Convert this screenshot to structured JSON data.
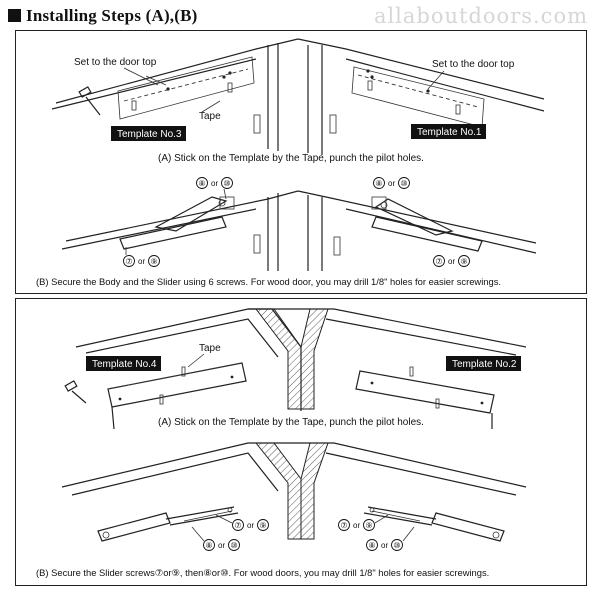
{
  "header": {
    "title": "Installing Steps (A),(B)",
    "watermark": "allaboutdoors.com"
  },
  "panel_a": {
    "left_label_door_top": "Set to the door top",
    "right_label_door_top": "Set to the door top",
    "tape_label": "Tape",
    "template_left": "Template No.3",
    "template_right": "Template No.1",
    "caption_a": "(A) Stick on the Template by the Tape, punch the pilot holes.",
    "screw_top_left_a": "⑧",
    "screw_top_left_or": "or",
    "screw_top_left_b": "⑩",
    "screw_top_right_a": "⑧",
    "screw_top_right_or": "or",
    "screw_top_right_b": "⑩",
    "screw_bottom_left_a": "⑦",
    "screw_bottom_left_or": "or",
    "screw_bottom_left_b": "⑨",
    "screw_bottom_right_a": "⑦",
    "screw_bottom_right_or": "or",
    "screw_bottom_right_b": "⑨",
    "caption_b": "(B) Secure the Body and the Slider using 6 screws. For wood door, you may drill 1/8\" holes for easier screwings."
  },
  "panel_b": {
    "tape_label": "Tape",
    "template_left": "Template No.4",
    "template_right": "Template No.2",
    "caption_a": "(A) Stick on the Template by the Tape, punch the pilot holes.",
    "screw_left_top_a": "⑦",
    "screw_left_top_or": "or",
    "screw_left_top_b": "⑨",
    "screw_left_bot_a": "⑧",
    "screw_left_bot_or": "or",
    "screw_left_bot_b": "⑩",
    "screw_right_top_a": "⑦",
    "screw_right_top_or": "or",
    "screw_right_top_b": "⑨",
    "screw_right_bot_a": "⑧",
    "screw_right_bot_or": "or",
    "screw_right_bot_b": "⑩",
    "caption_b": "(B) Secure the Slider screws⑦or⑨, then⑧or⑩. For wood doors, you may drill 1/8\" holes for easier screwings."
  }
}
